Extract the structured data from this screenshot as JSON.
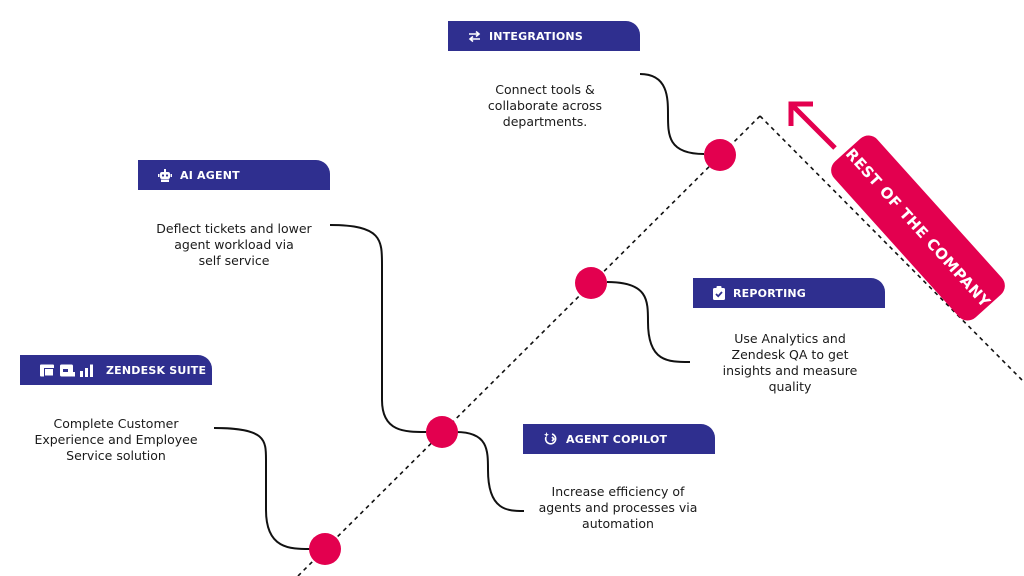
{
  "colors": {
    "navy": "#2f2f8f",
    "accent": "#e3004f",
    "text": "#1a1a1a"
  },
  "cards": {
    "integrations": {
      "title": "INTEGRATIONS",
      "icon": "link-arrows-icon",
      "lines": [
        "Connect tools &",
        "collaborate across",
        "departments."
      ]
    },
    "ai_agent": {
      "title": "AI AGENT",
      "icon": "robot-icon",
      "lines": [
        "Deflect tickets and lower",
        "agent workload via",
        "self service"
      ]
    },
    "reporting": {
      "title": "REPORTING",
      "icon": "clipboard-check-icon",
      "lines": [
        "Use Analytics and",
        "Zendesk QA to get",
        "insights and measure",
        "quality"
      ]
    },
    "zendesk_suite": {
      "title": "ZENDESK SUITE",
      "icon": "suite-icons",
      "lines": [
        "Complete Customer",
        "Experience and Employee",
        "Service solution"
      ]
    },
    "agent_copilot": {
      "title": "AGENT COPILOT",
      "icon": "sparkle-icon",
      "lines": [
        "Increase efficiency of",
        "agents and processes via",
        "automation"
      ]
    }
  },
  "rest_of_company": {
    "label": "REST OF THE COMPANY",
    "icon": "arrow-up-left-icon"
  }
}
